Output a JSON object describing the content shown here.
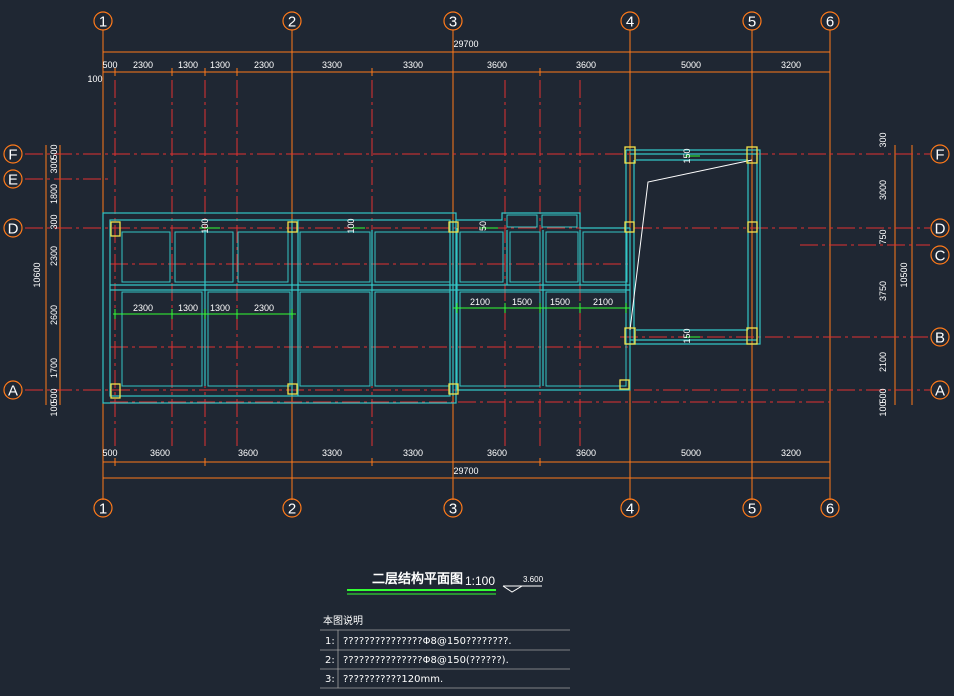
{
  "grid_columns": [
    "1",
    "2",
    "3",
    "4",
    "5",
    "6"
  ],
  "grid_rows_left": [
    "F",
    "E",
    "D",
    "A"
  ],
  "grid_rows_right": [
    "F",
    "D",
    "C",
    "B",
    "A"
  ],
  "top_total": "29700",
  "top_dims": [
    "500",
    "2300",
    "1300",
    "1300",
    "2300",
    "3300",
    "3300",
    "3600",
    "3600",
    "5000",
    "3200"
  ],
  "top_small": "100",
  "bottom_total": "29700",
  "bottom_dims": [
    "500",
    "3600",
    "3600",
    "3300",
    "3300",
    "3600",
    "3600",
    "5000",
    "3200"
  ],
  "left_total": "10600",
  "left_dims": [
    "500",
    "300",
    "1800",
    "300",
    "2300",
    "2600",
    "1700",
    "500",
    "100"
  ],
  "right_total": "10500",
  "right_dims": [
    "300",
    "3000",
    "750",
    "3750",
    "2100",
    "500",
    "100"
  ],
  "inner_dims_left": [
    "2300",
    "1300",
    "1300",
    "2300"
  ],
  "inner_dims_right": [
    "2100",
    "1500",
    "1500",
    "2100"
  ],
  "slab_marks": [
    "100",
    "100",
    "50",
    "150",
    "150"
  ],
  "drawing_title": "二层结构平面图",
  "scale": "1:100",
  "elevation": "3.600",
  "notes_header": "本图说明",
  "notes": [
    {
      "num": "1:",
      "text": "???????????????Φ8@150????????."
    },
    {
      "num": "2:",
      "text": "???????????????Φ8@150(??????)."
    },
    {
      "num": "3:",
      "text": "???????????120mm."
    }
  ],
  "colors": {
    "background": "#1f2733",
    "axis": "#ff7a1a",
    "beam": "#33c6c6",
    "centerline": "#e03030",
    "column": "#f2e24a",
    "dim_green": "#33ff33"
  }
}
